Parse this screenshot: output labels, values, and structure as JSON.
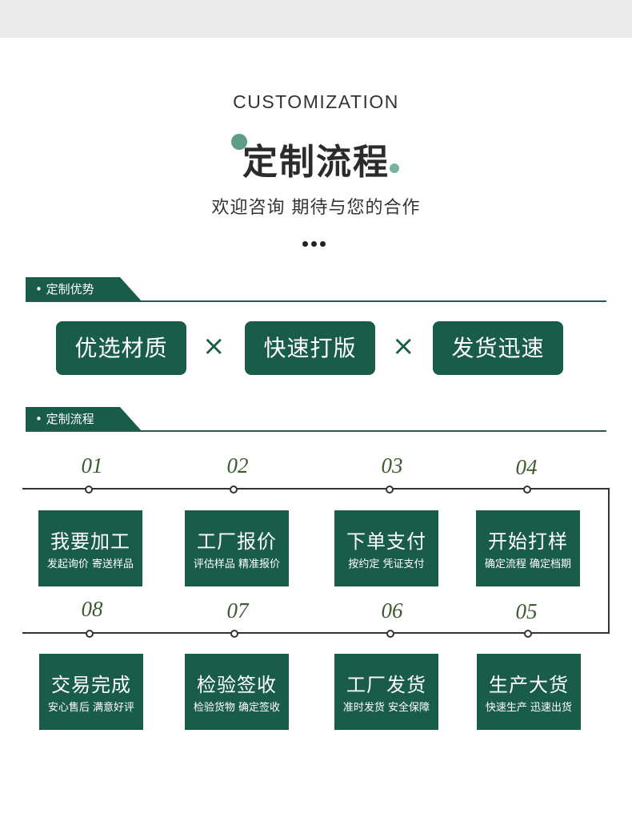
{
  "header": {
    "en_title": "CUSTOMIZATION",
    "cn_title": "定制流程",
    "subtitle": "欢迎咨询 期待与您的合作"
  },
  "sections": {
    "advantages": "• 定制优势",
    "process": "• 定制流程"
  },
  "advantages": [
    "优选材质",
    "快速打版",
    "发货迅速"
  ],
  "separator": "×",
  "steps": [
    {
      "num": "01",
      "title": "我要加工",
      "sub": "发起询价 寄送样品"
    },
    {
      "num": "02",
      "title": "工厂报价",
      "sub": "评估样品 精准报价"
    },
    {
      "num": "03",
      "title": "下单支付",
      "sub": "按约定 凭证支付"
    },
    {
      "num": "04",
      "title": "开始打样",
      "sub": "确定流程 确定档期"
    },
    {
      "num": "05",
      "title": "生产大货",
      "sub": "快速生产 迅速出货"
    },
    {
      "num": "06",
      "title": "工厂发货",
      "sub": "准时发货 安全保障"
    },
    {
      "num": "07",
      "title": "检验签收",
      "sub": "检验货物 确定签收"
    },
    {
      "num": "08",
      "title": "交易完成",
      "sub": "安心售后 满意好评"
    }
  ],
  "colors": {
    "primary": "#1a5c4a",
    "accent": "#5e9e82",
    "number": "#3c5a2e"
  }
}
